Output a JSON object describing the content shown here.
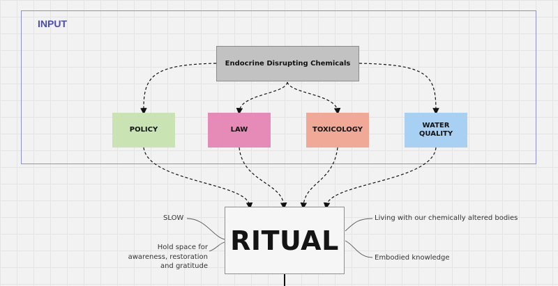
{
  "frame": {
    "title": "INPUT",
    "accent": "#4a4ab5"
  },
  "source": {
    "label": "Endocrine Disrupting Chemicals",
    "color": "#c2c2c2"
  },
  "categories": [
    {
      "label": "POLICY",
      "color": "#c9e4b2"
    },
    {
      "label": "LAW",
      "color": "#e68bb8"
    },
    {
      "label": "TOXICOLOGY",
      "color": "#f1a997"
    },
    {
      "label": "WATER QUALITY",
      "color": "#a8d0f2"
    }
  ],
  "center": {
    "label": "RITUAL"
  },
  "notes": {
    "slow": "SLOW",
    "hold_space": "Hold space for awareness, restoration and gratitude",
    "living": "Living with our chemically altered bodies",
    "embodied": "Embodied knowledge"
  }
}
